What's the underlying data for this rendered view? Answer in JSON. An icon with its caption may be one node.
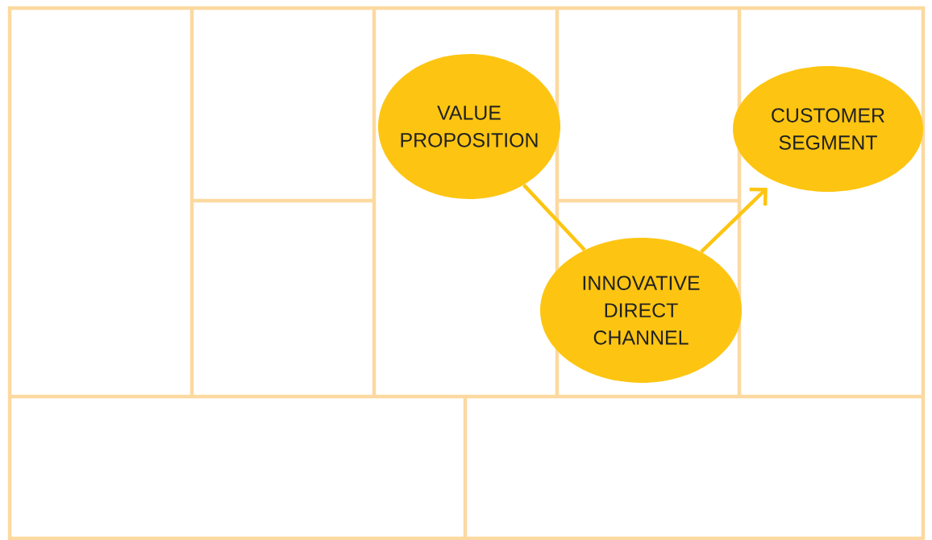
{
  "diagram": {
    "nodes": [
      {
        "text": [
          "VALUE PROPOSITION"
        ]
      },
      {
        "text": [
          "CUSTOMER SEGMENT"
        ]
      },
      {
        "text": [
          "INNOVATIVE DIRECT CHANNEL"
        ]
      }
    ],
    "edges": [
      {
        "from": 0,
        "to": 2,
        "arrow": "none"
      },
      {
        "from": 2,
        "to": 1,
        "arrow": "to"
      }
    ]
  }
}
